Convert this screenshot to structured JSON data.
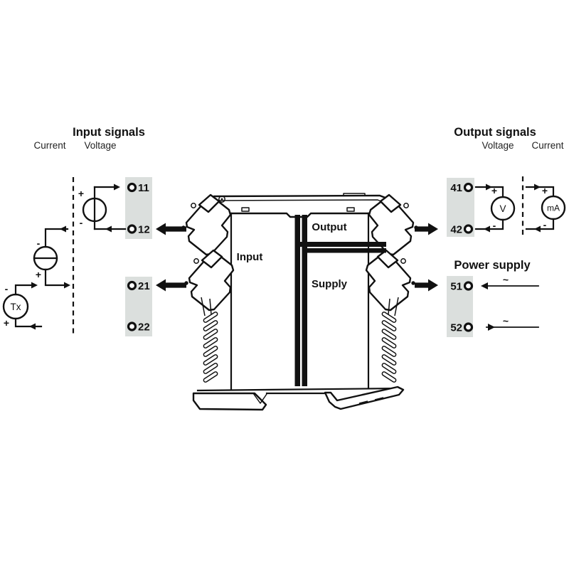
{
  "header": {
    "input_title": "Input signals",
    "output_title": "Output signals",
    "power_title": "Power supply",
    "col_current": "Current",
    "col_voltage": "Voltage"
  },
  "device": {
    "label_input": "Input",
    "label_output": "Output",
    "label_supply": "Supply"
  },
  "terminals": {
    "t11": "11",
    "t12": "12",
    "t21": "21",
    "t22": "22",
    "t41": "41",
    "t42": "42",
    "t51": "51",
    "t52": "52"
  },
  "symbols": {
    "plus": "+",
    "minus": "-",
    "tx": "Tx",
    "volt": "V",
    "milliamp": "mA",
    "ac": "~"
  },
  "colors": {
    "terminal_bg": "#dbdfdd",
    "ink": "#111111"
  }
}
